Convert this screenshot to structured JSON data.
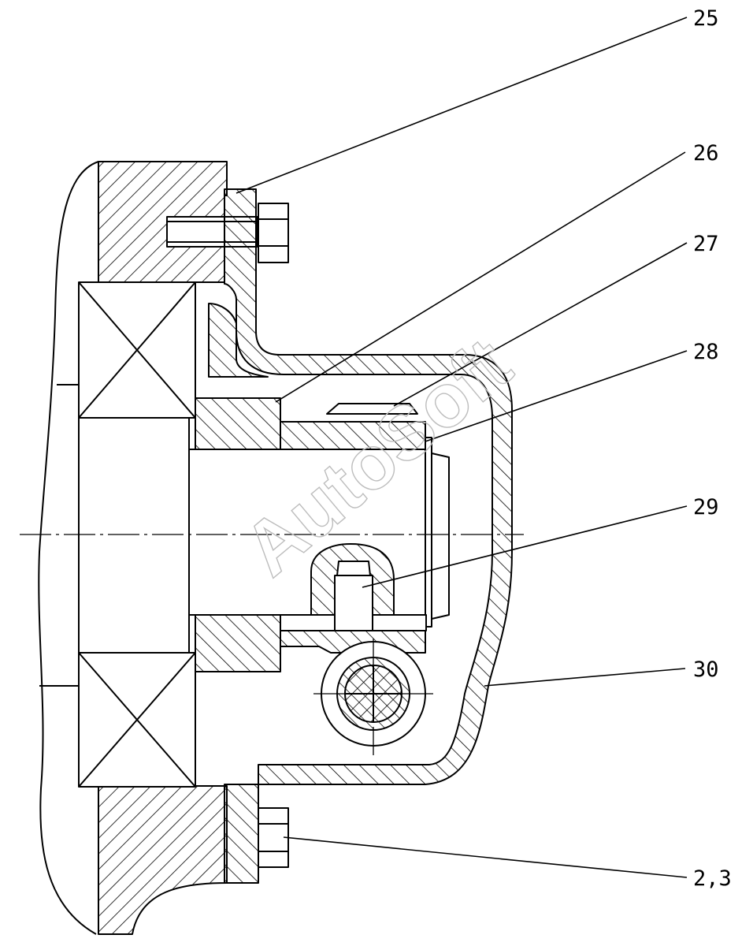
{
  "callouts": [
    {
      "id": "25",
      "label": "25"
    },
    {
      "id": "26",
      "label": "26"
    },
    {
      "id": "27",
      "label": "27"
    },
    {
      "id": "28",
      "label": "28"
    },
    {
      "id": "29",
      "label": "29"
    },
    {
      "id": "30",
      "label": "30"
    },
    {
      "id": "2-3",
      "label": "2,3"
    }
  ],
  "watermark": {
    "text": "AutoSoft"
  },
  "colors": {
    "line": "#000000",
    "background": "#ffffff",
    "watermark": "#bdbdbd"
  }
}
